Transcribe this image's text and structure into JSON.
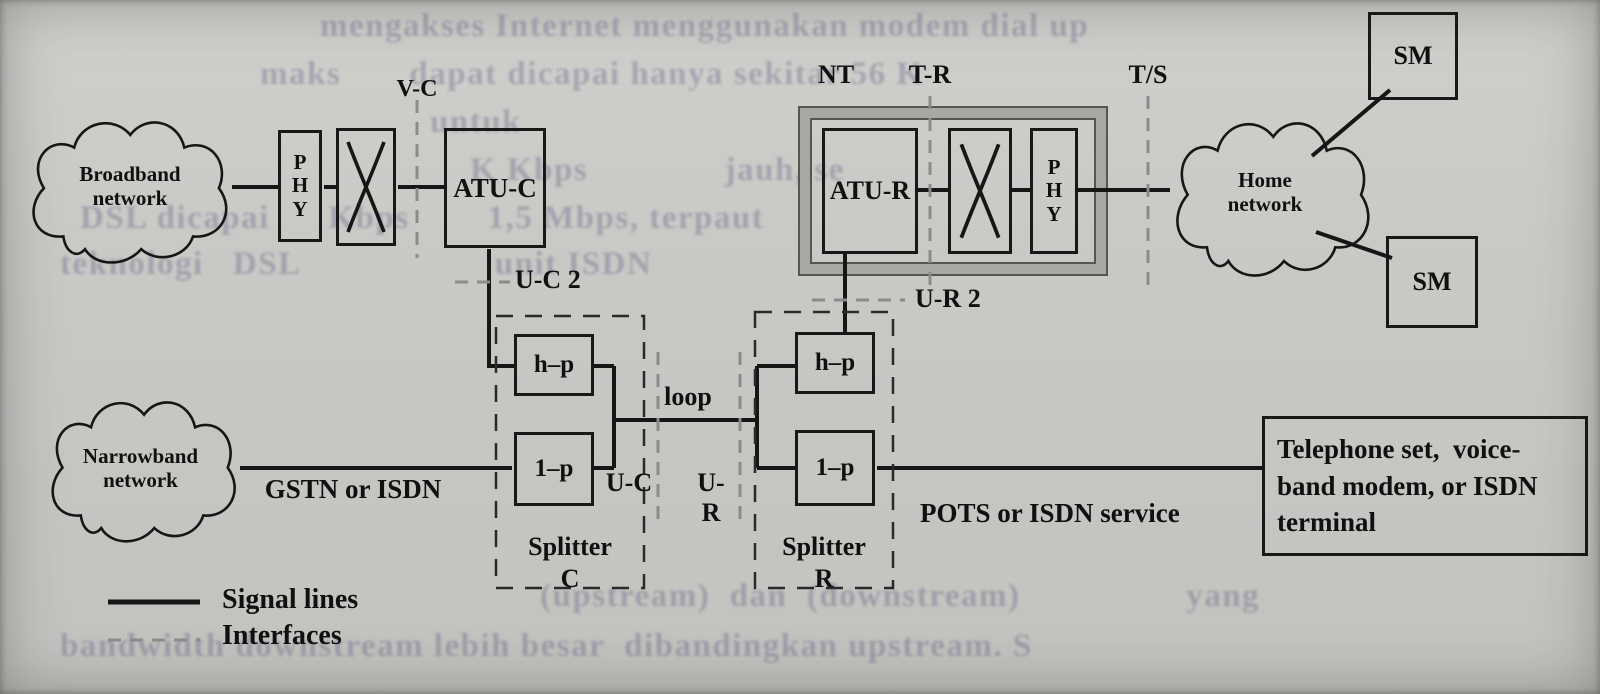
{
  "colors": {
    "background": "#c9c8c5",
    "signal_line": "#161616",
    "interface_line": "#8b8b8b",
    "nt_frame": "#a8a7a4",
    "bleed_text": "#41416e"
  },
  "bleed_text": [
    "mengakses Internet menggunakan modem dial up",
    "maks       dapat dicapai hanya sekitar 56 K",
    "untuk",
    "K Kbps              jauh, se",
    "DSL dicapai      Kbps        1,5 Mbps, terpaut",
    "teknologi   DSL                    unit ISDN",
    "(upstream)  dan  (downstream)                 yang",
    "bandwidth downstream lebih besar  dibandingkan upstream. S"
  ],
  "diagram": {
    "clouds": {
      "broadband": {
        "line1": "Broadband",
        "line2": "network"
      },
      "narrowband": {
        "line1": "Narrowband",
        "line2": "network"
      },
      "home": {
        "line1": "Home",
        "line2": "network"
      }
    },
    "nodes": {
      "phy_left": {
        "p": "P",
        "h": "H",
        "y": "Y"
      },
      "atu_c": {
        "label": "ATU-C"
      },
      "atu_r": {
        "label": "ATU-R"
      },
      "phy_right": {
        "p": "P",
        "h": "H",
        "y": "Y"
      },
      "sm_top": {
        "label": "SM"
      },
      "sm_bottom": {
        "label": "SM"
      },
      "terminal": {
        "line1": "Telephone set,  voice-",
        "line2": "band modem, or ISDN",
        "line3": "terminal"
      }
    },
    "splitter_c": {
      "hp": "h–p",
      "lp": "1–p",
      "title": "Splitter",
      "letter": "C"
    },
    "splitter_r": {
      "hp": "h–p",
      "lp": "1–p",
      "title": "Splitter",
      "letter": "R"
    },
    "interface_labels": {
      "vc": "V-C",
      "nt": "NT",
      "tr": "T-R",
      "ts": "T/S",
      "uc2": "U-C 2",
      "ur2": "U-R 2",
      "uc": "U-C",
      "ur": "U-R",
      "loop": "loop"
    },
    "link_labels": {
      "gstn": "GSTN or ISDN",
      "pots": "POTS or ISDN service"
    },
    "legend": {
      "signal": "Signal lines",
      "interfaces": "Interfaces"
    }
  }
}
